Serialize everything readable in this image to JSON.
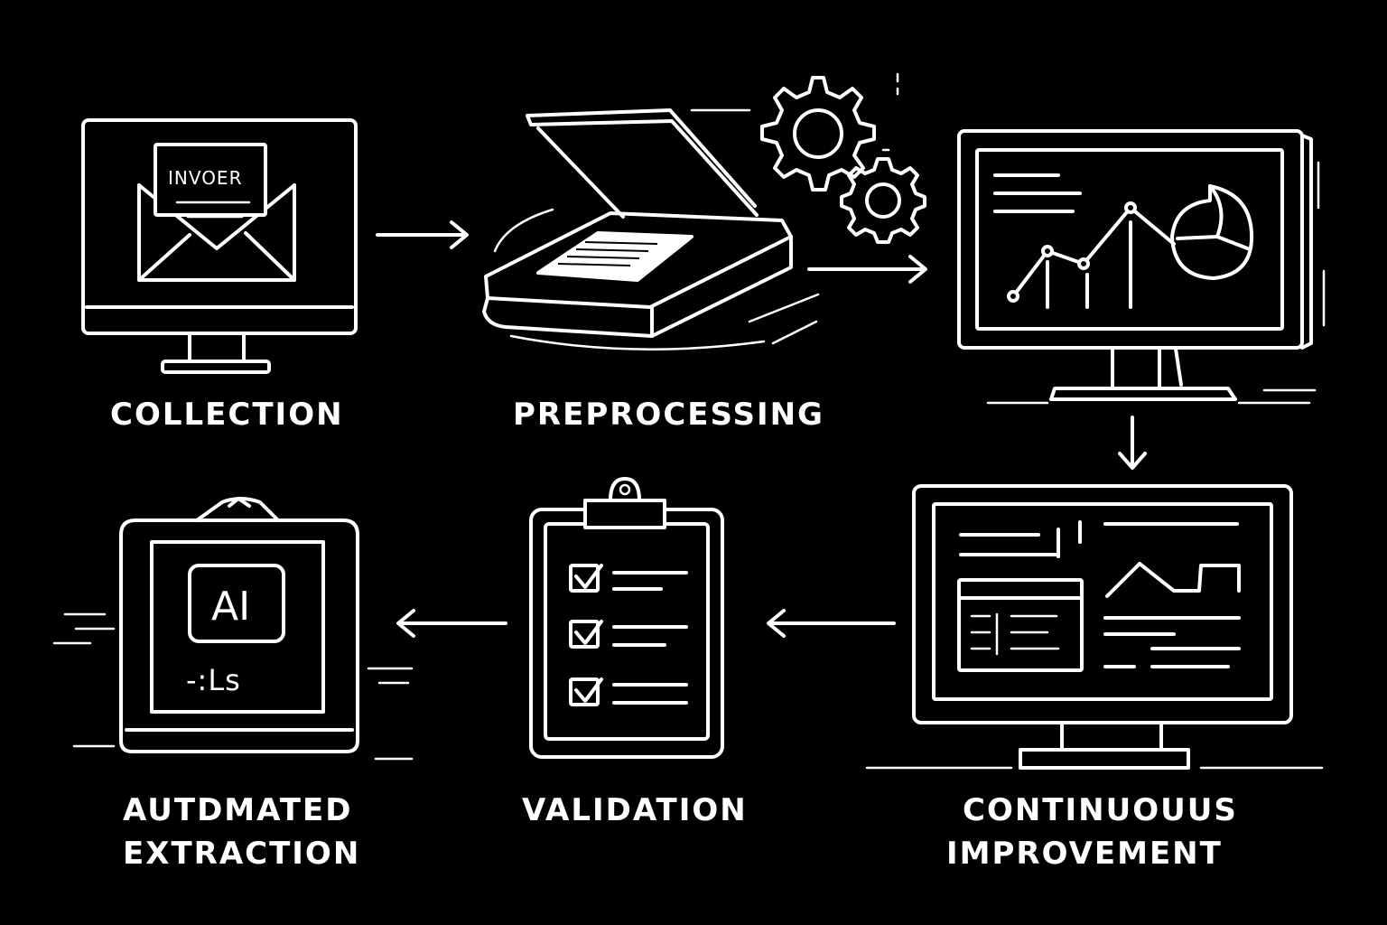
{
  "steps": {
    "collection": {
      "label": "COLLECTION",
      "document_text": "INVOER"
    },
    "preprocessing": {
      "label": "PREPROCESSING"
    },
    "analytics": {},
    "continuous_improvement": {
      "label_line1": "CONTINUOUUS",
      "label_line2": "IMPROVEMENT"
    },
    "validation": {
      "label": "VALIDATION"
    },
    "automated_extraction": {
      "label_line1": "AUTDMATED",
      "label_line2": "EXTRACTION",
      "chip_text": "AI",
      "scribble_text": "-:Ls"
    }
  },
  "icons": [
    "envelope-icon",
    "scanner-icon",
    "gear-icon",
    "line-chart-icon",
    "pie-chart-icon",
    "dashboard-icon",
    "clipboard-icon",
    "checkbox-icon",
    "ai-chip-icon",
    "arrow-icon"
  ],
  "colors": {
    "background": "#000000",
    "stroke": "#ffffff"
  }
}
